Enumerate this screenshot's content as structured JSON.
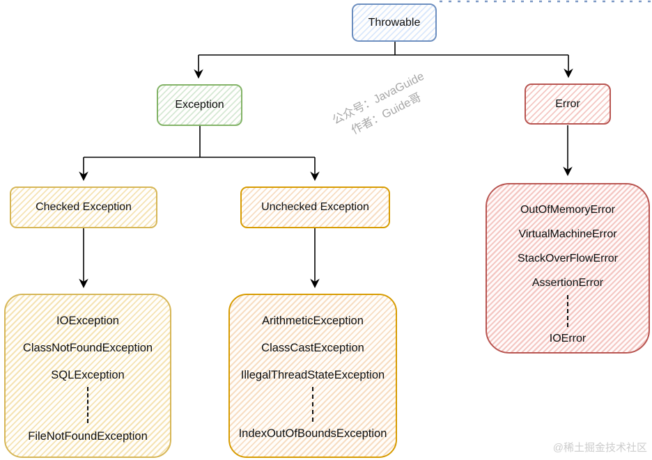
{
  "colors": {
    "blue_fill": "#dae8fc",
    "blue_stroke": "#6c8ebf",
    "green_fill": "#d5e8d4",
    "green_stroke": "#82b366",
    "red_fill": "#f4c7c3",
    "red_stroke": "#b85450",
    "yellow_fill": "#f5e3b3",
    "yellow_stroke": "#d6b656",
    "orange_fill": "#f7ddc2",
    "orange_stroke": "#d79b00",
    "connector": "#000000",
    "watermark_center": "#a7a7a7",
    "watermark_corner": "#cccccc"
  },
  "nodes": {
    "throwable": "Throwable",
    "exception": "Exception",
    "error": "Error",
    "checked": "Checked Exception",
    "unchecked": "Unchecked Exception"
  },
  "checked_list": [
    "IOException",
    "ClassNotFoundException",
    "SQLException",
    "FileNotFoundException"
  ],
  "unchecked_list": [
    "ArithmeticException",
    "ClassCastException",
    "IllegalThreadStateException",
    "IndexOutOfBoundsException"
  ],
  "error_list": [
    "OutOfMemoryError",
    "VirtualMachineError",
    "StackOverFlowError",
    "AssertionError",
    "IOError"
  ],
  "watermarks": {
    "center_line1": "公众号：JavaGuide",
    "center_line2": "作者：Guide哥",
    "bottom_right": "@稀土掘金技术社区"
  }
}
